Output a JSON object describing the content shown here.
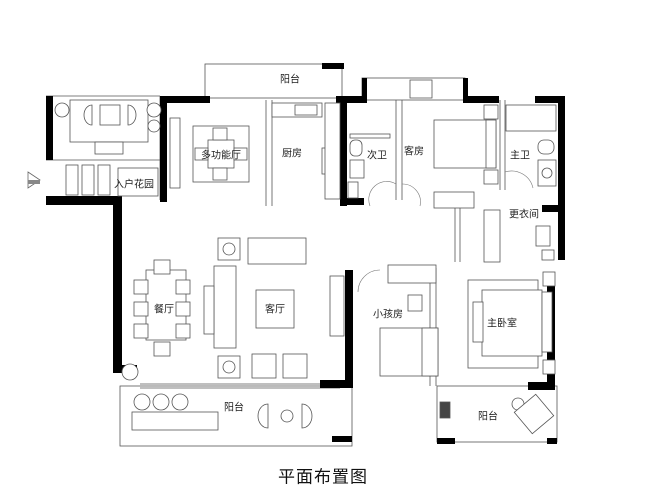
{
  "title": "平面布置图",
  "rooms": {
    "balcony_top": "阳台",
    "entry_garden": "入户花园",
    "multi_function": "多功能厅",
    "kitchen": "厨房",
    "second_bath": "次卫",
    "guest_room": "客房",
    "master_bath": "主卫",
    "dressing_room": "更衣间",
    "dining_room": "餐厅",
    "living_room": "客厅",
    "kids_room": "小孩房",
    "master_bedroom": "主卧室",
    "balcony_bottom_left": "阳台",
    "balcony_bottom_right": "阳台"
  },
  "colors": {
    "wall": "#000000",
    "line": "#555555",
    "background": "#ffffff"
  },
  "icons": {
    "entry": "entry-arrow-icon"
  }
}
